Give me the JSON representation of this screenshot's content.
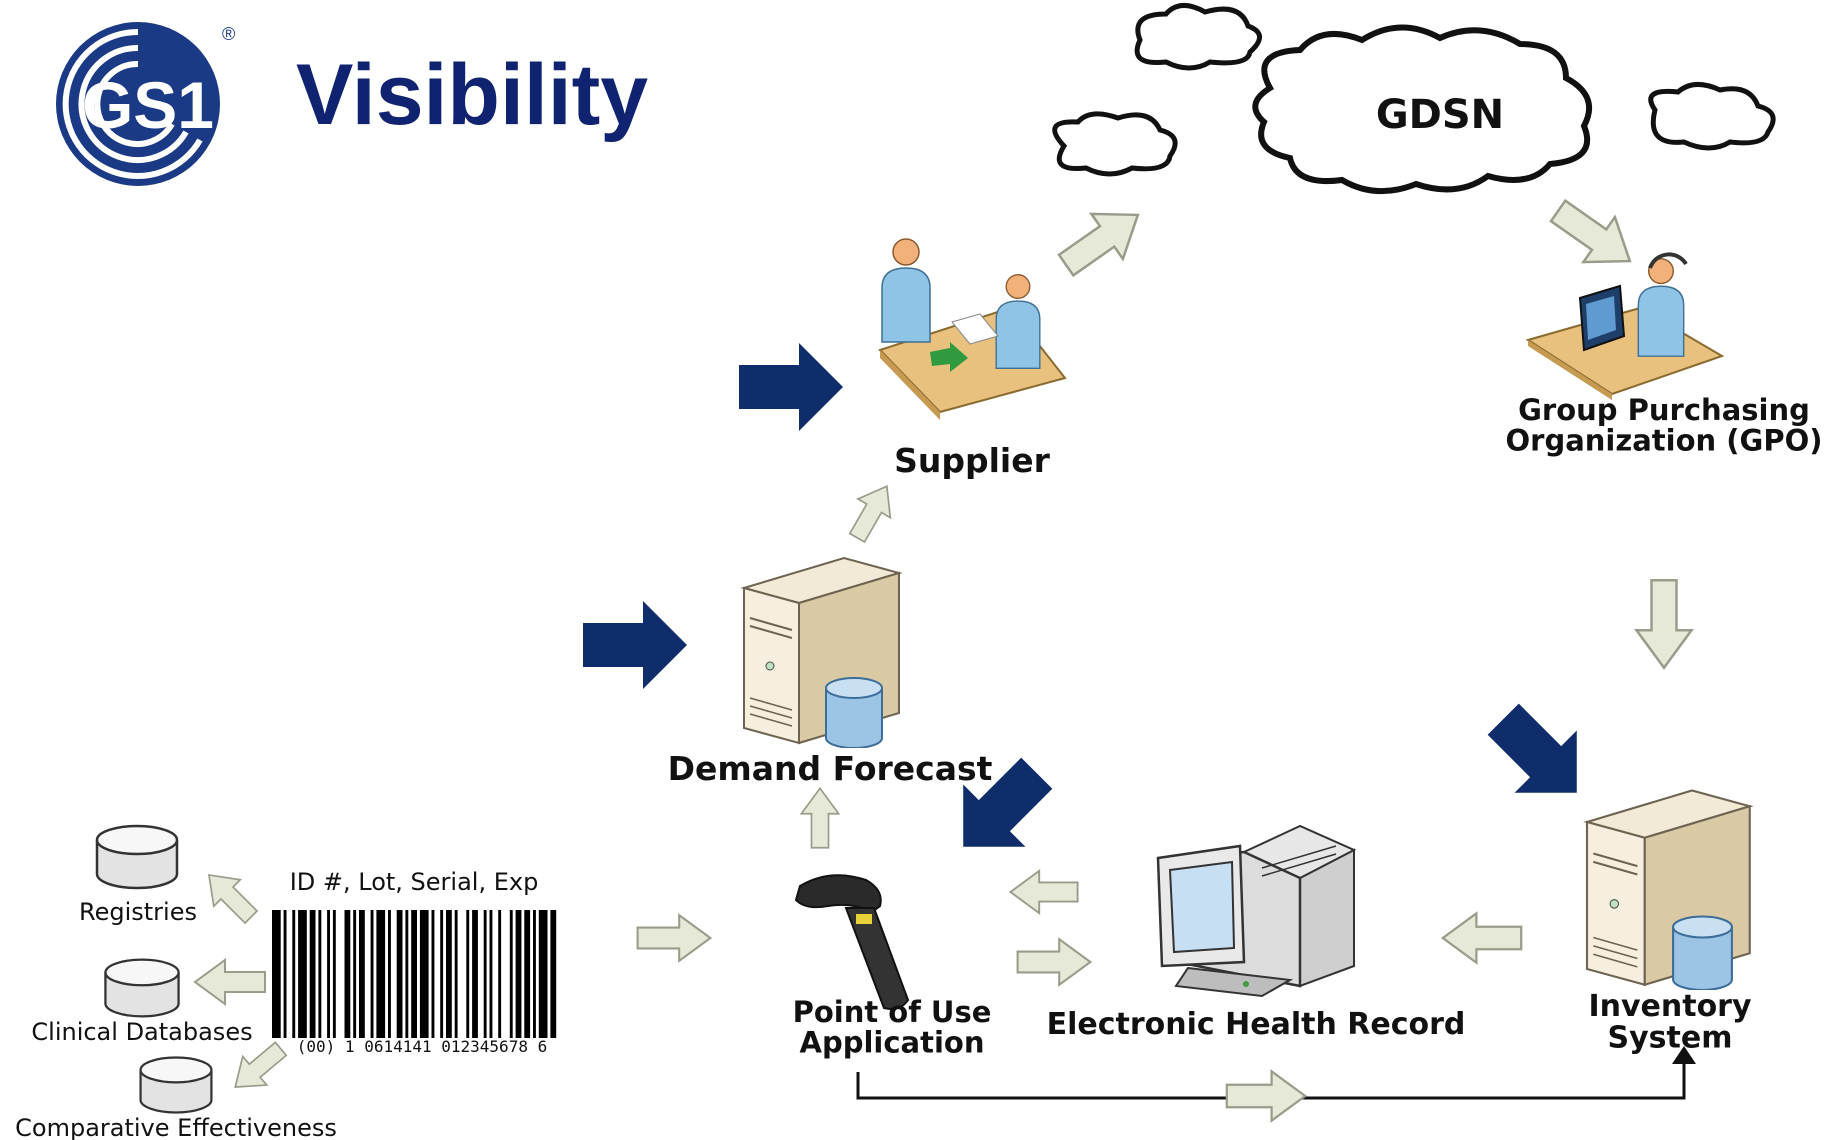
{
  "header": {
    "title": "Visibility",
    "logo_text": "GS1",
    "logo_mark": "®"
  },
  "clouds": {
    "main_label": "GDSN"
  },
  "nodes": {
    "supplier": "Supplier",
    "gpo": "Group Purchasing\nOrganization (GPO)",
    "demand_forecast": "Demand Forecast",
    "point_of_use": "Point of Use\nApplication",
    "ehr": "Electronic Health Record",
    "inventory": "Inventory\nSystem"
  },
  "barcode": {
    "header": "ID #, Lot, Serial, Exp",
    "digits": "(00) 1 0614141 012345678 6"
  },
  "databases": {
    "registries": "Registries",
    "clinical": "Clinical Databases",
    "comparative": "Comparative Effectiveness"
  },
  "colors": {
    "brand_navy": "#0f2370",
    "arrow_light": "#e6e8d8",
    "arrow_stroke": "#9a9c8a",
    "server_beige": "#e9dcc0",
    "person_blue": "#8fc4e6",
    "desk_tan": "#e8c17e"
  },
  "icons": {
    "logo": "gs1-logo-icon",
    "supplier": "handshake-meeting-icon",
    "gpo": "call-center-agent-icon",
    "server": "server-database-icon",
    "scanner": "barcode-scanner-icon",
    "monitor": "crt-monitor-icon",
    "database": "database-cylinder-icon",
    "arrow_navy": "navy-arrow-icon",
    "arrow_light": "light-arrow-icon",
    "cloud": "cloud-icon"
  }
}
